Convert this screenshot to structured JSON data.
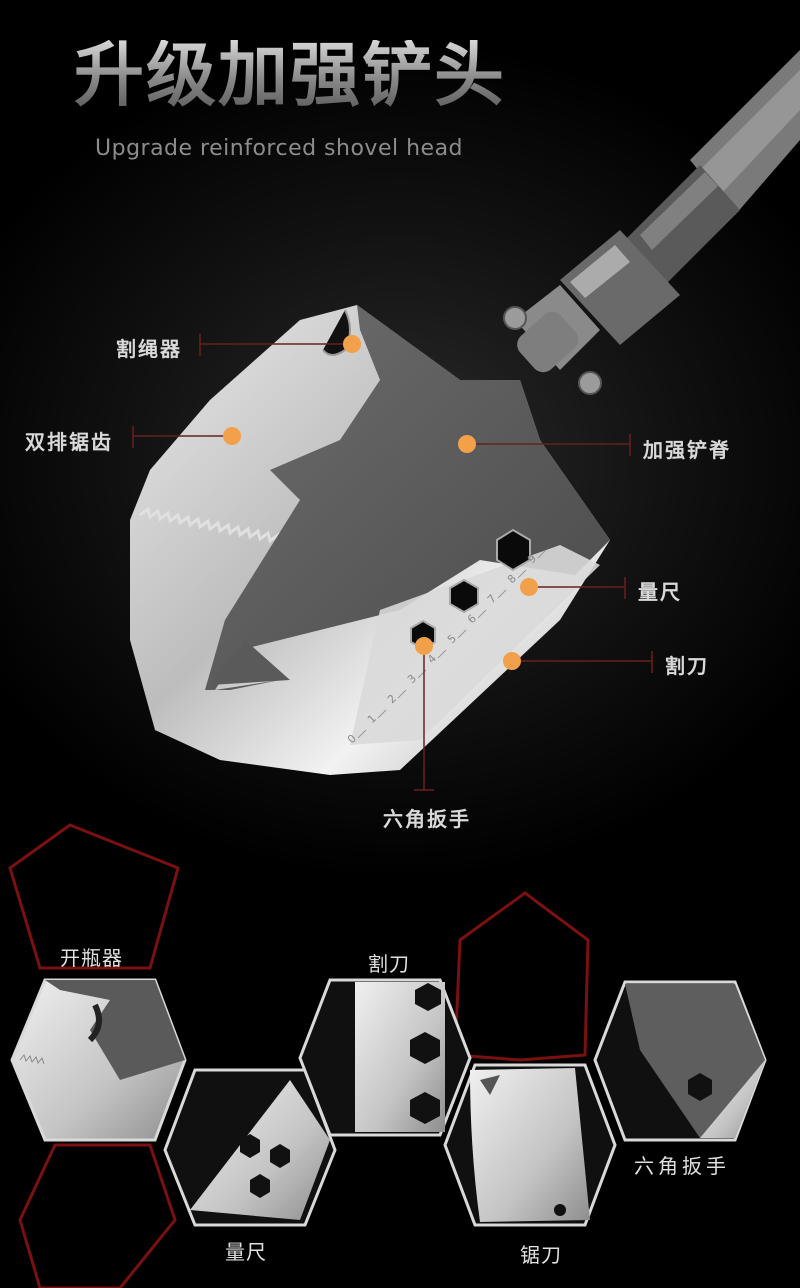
{
  "header": {
    "title": "升级加强铲头",
    "subtitle": "Upgrade reinforced shovel head"
  },
  "callouts": {
    "rope_cutter": "割绳器",
    "double_saw": "双排锯齿",
    "reinforced_spine": "加强铲脊",
    "ruler": "量尺",
    "cutting_blade": "割刀",
    "hex_wrench": "六角扳手"
  },
  "ruler_marks": [
    "0",
    "1",
    "2",
    "3",
    "4",
    "5",
    "6",
    "7",
    "8",
    "9"
  ],
  "features": {
    "bottle_opener": "开瓶器",
    "cutting_blade": "割刀",
    "ruler": "量尺",
    "saw_blade": "锯刀",
    "hex_wrench": "六角扳手"
  },
  "colors": {
    "accent_dot": "#f3a04a",
    "leader_line": "#6b1f1f",
    "frame_red": "#7a1010",
    "frame_white": "#d9d9d9"
  }
}
